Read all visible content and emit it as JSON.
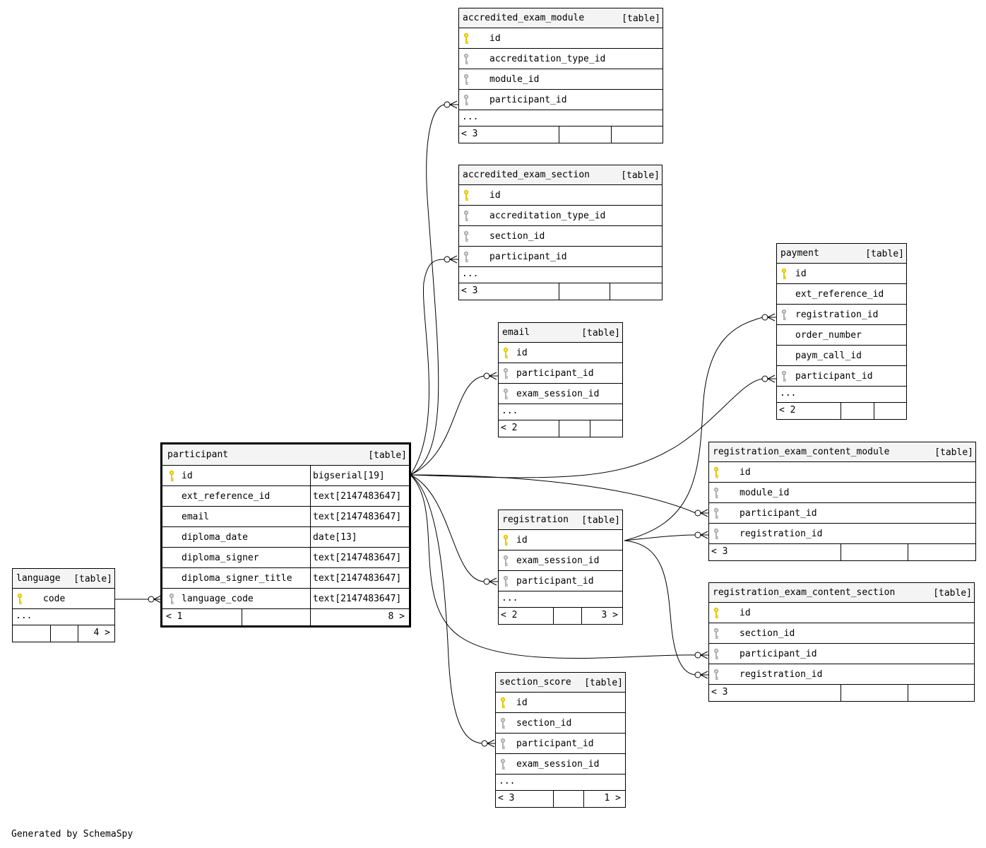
{
  "generator_text": "Generated by SchemaSpy",
  "colors": {
    "primary_key": "#e8c800",
    "foreign_key": "#b0b0b0",
    "header_bg": "#f4f4f4"
  },
  "tables": {
    "accredited_exam_module": {
      "name": "accredited_exam_module",
      "type": "[table]",
      "columns": [
        {
          "name": "id",
          "key": "primary"
        },
        {
          "name": "accreditation_type_id",
          "key": "foreign"
        },
        {
          "name": "module_id",
          "key": "foreign"
        },
        {
          "name": "participant_id",
          "key": "foreign"
        }
      ],
      "ellipsis": "...",
      "footer": [
        "< 3",
        "",
        ""
      ]
    },
    "accredited_exam_section": {
      "name": "accredited_exam_section",
      "type": "[table]",
      "columns": [
        {
          "name": "id",
          "key": "primary"
        },
        {
          "name": "accreditation_type_id",
          "key": "foreign"
        },
        {
          "name": "section_id",
          "key": "foreign"
        },
        {
          "name": "participant_id",
          "key": "foreign"
        }
      ],
      "ellipsis": "...",
      "footer": [
        "< 3",
        "",
        ""
      ]
    },
    "email": {
      "name": "email",
      "type": "[table]",
      "columns": [
        {
          "name": "id",
          "key": "primary"
        },
        {
          "name": "participant_id",
          "key": "foreign"
        },
        {
          "name": "exam_session_id",
          "key": "foreign"
        }
      ],
      "ellipsis": "...",
      "footer": [
        "< 2",
        "",
        ""
      ]
    },
    "payment": {
      "name": "payment",
      "type": "[table]",
      "columns": [
        {
          "name": "id",
          "key": "primary"
        },
        {
          "name": "ext_reference_id",
          "key": ""
        },
        {
          "name": "registration_id",
          "key": "foreign"
        },
        {
          "name": "order_number",
          "key": ""
        },
        {
          "name": "paym_call_id",
          "key": ""
        },
        {
          "name": "participant_id",
          "key": "foreign"
        }
      ],
      "ellipsis": "...",
      "footer": [
        "< 2",
        "",
        ""
      ]
    },
    "participant": {
      "name": "participant",
      "type": "[table]",
      "columns": [
        {
          "name": "id",
          "key": "primary",
          "type": "bigserial[19]"
        },
        {
          "name": "ext_reference_id",
          "key": "",
          "type": "text[2147483647]"
        },
        {
          "name": "email",
          "key": "",
          "type": "text[2147483647]"
        },
        {
          "name": "diploma_date",
          "key": "",
          "type": "date[13]"
        },
        {
          "name": "diploma_signer",
          "key": "",
          "type": "text[2147483647]"
        },
        {
          "name": "diploma_signer_title",
          "key": "",
          "type": "text[2147483647]"
        },
        {
          "name": "language_code",
          "key": "foreign",
          "type": "text[2147483647]"
        }
      ],
      "footer": [
        "< 1",
        "",
        "8 >"
      ]
    },
    "language": {
      "name": "language",
      "type": "[table]",
      "columns": [
        {
          "name": "code",
          "key": "primary"
        }
      ],
      "ellipsis": "...",
      "footer": [
        "",
        "",
        "4 >"
      ]
    },
    "registration_exam_content_module": {
      "name": "registration_exam_content_module",
      "type": "[table]",
      "columns": [
        {
          "name": "id",
          "key": "primary"
        },
        {
          "name": "module_id",
          "key": "foreign"
        },
        {
          "name": "participant_id",
          "key": "foreign"
        },
        {
          "name": "registration_id",
          "key": "foreign"
        }
      ],
      "footer": [
        "< 3",
        "",
        ""
      ]
    },
    "registration": {
      "name": "registration",
      "type": "[table]",
      "columns": [
        {
          "name": "id",
          "key": "primary"
        },
        {
          "name": "exam_session_id",
          "key": "foreign"
        },
        {
          "name": "participant_id",
          "key": "foreign"
        }
      ],
      "ellipsis": "...",
      "footer": [
        "< 2",
        "",
        "3 >"
      ]
    },
    "registration_exam_content_section": {
      "name": "registration_exam_content_section",
      "type": "[table]",
      "columns": [
        {
          "name": "id",
          "key": "primary"
        },
        {
          "name": "section_id",
          "key": "foreign"
        },
        {
          "name": "participant_id",
          "key": "foreign"
        },
        {
          "name": "registration_id",
          "key": "foreign"
        }
      ],
      "footer": [
        "< 3",
        "",
        ""
      ]
    },
    "section_score": {
      "name": "section_score",
      "type": "[table]",
      "columns": [
        {
          "name": "id",
          "key": "primary"
        },
        {
          "name": "section_id",
          "key": "foreign"
        },
        {
          "name": "participant_id",
          "key": "foreign"
        },
        {
          "name": "exam_session_id",
          "key": "foreign"
        }
      ],
      "ellipsis": "...",
      "footer": [
        "< 3",
        "",
        "1 >"
      ]
    }
  },
  "relationships": [
    {
      "from": "participant.id",
      "to": "accredited_exam_module.participant_id"
    },
    {
      "from": "participant.id",
      "to": "accredited_exam_section.participant_id"
    },
    {
      "from": "participant.id",
      "to": "email.participant_id"
    },
    {
      "from": "participant.id",
      "to": "payment.participant_id"
    },
    {
      "from": "participant.id",
      "to": "registration_exam_content_module.participant_id"
    },
    {
      "from": "participant.id",
      "to": "registration.participant_id"
    },
    {
      "from": "participant.id",
      "to": "registration_exam_content_section.participant_id"
    },
    {
      "from": "participant.id",
      "to": "section_score.participant_id"
    },
    {
      "from": "registration.id",
      "to": "payment.registration_id"
    },
    {
      "from": "registration.id",
      "to": "registration_exam_content_module.registration_id"
    },
    {
      "from": "registration.id",
      "to": "registration_exam_content_section.registration_id"
    },
    {
      "from": "language.code",
      "to": "participant.language_code"
    }
  ]
}
